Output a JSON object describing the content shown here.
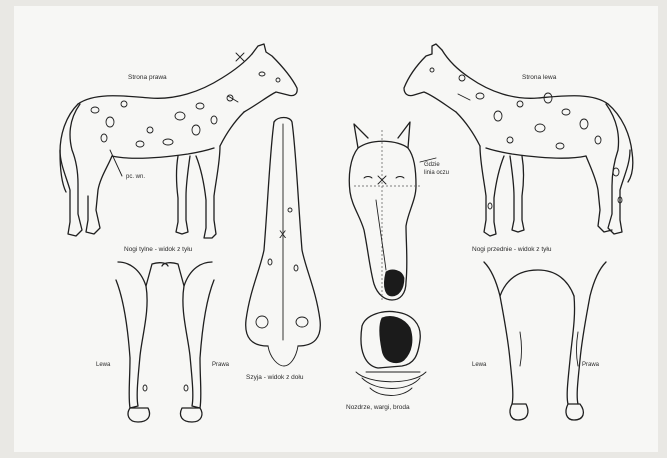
{
  "labels": {
    "right_side": "Strona prawa",
    "left_side": "Strona lewa",
    "pc_wn": "pc. wn.",
    "gdzie_line1": "Gdzie",
    "gdzie_line2": "linia oczu",
    "hind_legs": "Nogi tylne - widok z tyłu",
    "front_legs": "Nogi przednie - widok z tyłu",
    "neck": "Szyja - widok z dołu",
    "muzzle": "Nozdrze, wargi, broda",
    "left_hind": "Lewa",
    "right_hind": "Prawa",
    "left_front": "Lewa",
    "right_front": "Prawa",
    "mark_x": "X"
  }
}
